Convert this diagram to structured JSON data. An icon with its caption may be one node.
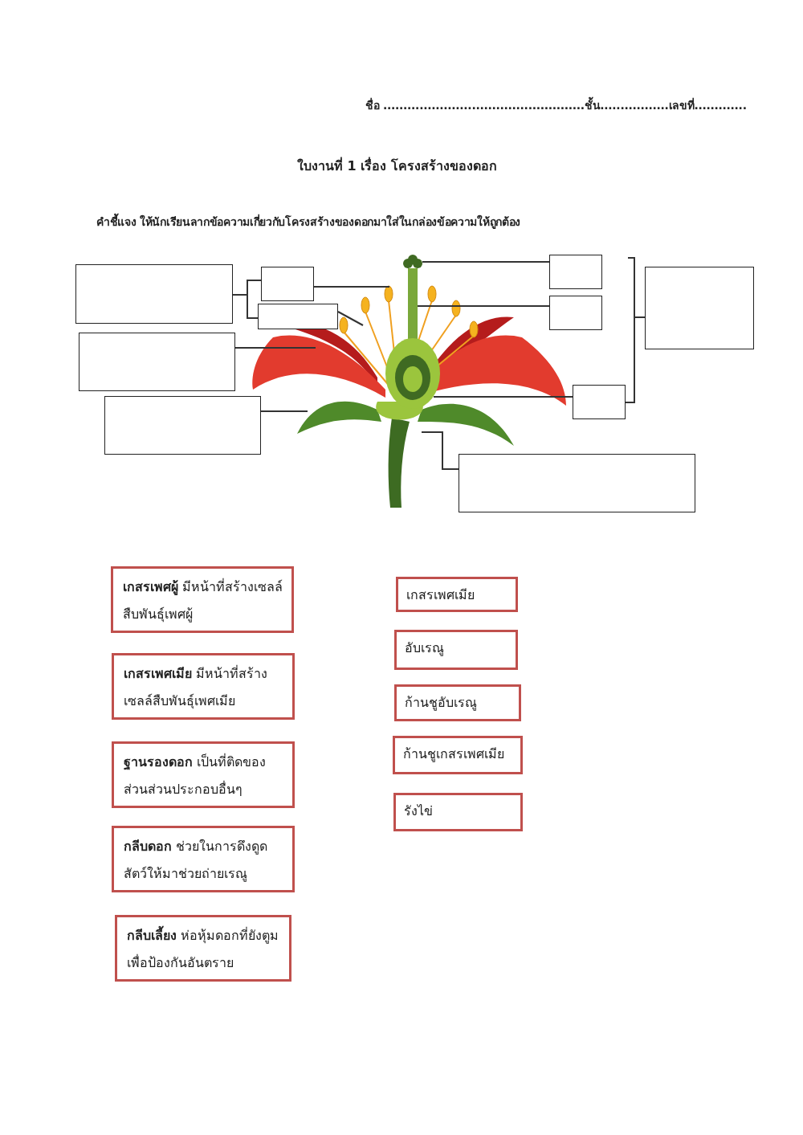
{
  "diagram": {
    "title": "ใบงานที่ 1 เรื่อง โครงสร้างของดอก",
    "nodes": [
      {
        "text": [],
        "shape": "box"
      },
      {
        "text": [],
        "shape": "box"
      },
      {
        "text": [],
        "shape": "box"
      },
      {
        "text": [],
        "shape": "box"
      },
      {
        "text": [],
        "shape": "box"
      },
      {
        "text": [],
        "shape": "box"
      },
      {
        "text": [],
        "shape": "box"
      },
      {
        "text": [],
        "shape": "box"
      },
      {
        "text": [],
        "shape": "box"
      },
      {
        "text": [],
        "shape": "box"
      },
      {
        "text": [
          "**เกสรเพศผู้**  มีหน้าที่สร้างเซลล์สืบพันธุ์เพศผู้"
        ]
      },
      {
        "text": [
          "**เกสรเพศเมีย** มีหน้าที่สร้างเซลล์สืบพันธุ์เพศเมีย"
        ]
      },
      {
        "text": [
          "**ฐานรองดอก**  เป็นที่ติดของส่วนส่วนประกอบอื่นๆ"
        ]
      },
      {
        "text": [
          "**กลีบดอก** ช่วยในการดึงดูดสัตว์ให้มาช่วยถ่ายเรณู"
        ]
      },
      {
        "text": [
          "**กลีบเลี้ยง** ห่อหุ้มดอกที่ยังตูมเพื่อป้องกันอันตราย"
        ]
      },
      {
        "text": [
          "เกสรเพศเมีย"
        ]
      },
      {
        "text": [
          "อับเรณู"
        ]
      },
      {
        "text": [
          "ก้านชูอับเรณู"
        ]
      },
      {
        "text": [
          "ก้านชูเกสรเพศเมีย"
        ]
      },
      {
        "text": [
          "รังไข่"
        ]
      }
    ],
    "edges": [
      {
        "from": 0,
        "to": 1,
        "arrow": "none"
      },
      {
        "from": 0,
        "to": 2,
        "arrow": "none"
      },
      {
        "from": 7,
        "to": null,
        "arrow": "none"
      },
      {
        "from": 7,
        "to": 8,
        "arrow": "none"
      },
      {
        "from": 1,
        "to": null,
        "arrow": "none"
      },
      {
        "from": 2,
        "to": null,
        "arrow": "none"
      },
      {
        "from": 3,
        "to": null,
        "arrow": "none"
      },
      {
        "from": 4,
        "to": null,
        "arrow": "none"
      },
      {
        "from": 5,
        "to": null,
        "arrow": "none"
      },
      {
        "from": 6,
        "to": null,
        "arrow": "none"
      },
      {
        "from": 8,
        "to": null,
        "arrow": "none"
      },
      {
        "from": 9,
        "to": null,
        "arrow": "none"
      }
    ],
    "labels": [
      "ชื่อ ..................................................ชั้น.................เลขที่.............",
      "คำชี้แจง  ให้นักเรียนลากข้อความเกี่ยวกับโครงสร้างของดอกมาใส่ในกล่องข้อความให้ถูกต้อง"
    ]
  }
}
